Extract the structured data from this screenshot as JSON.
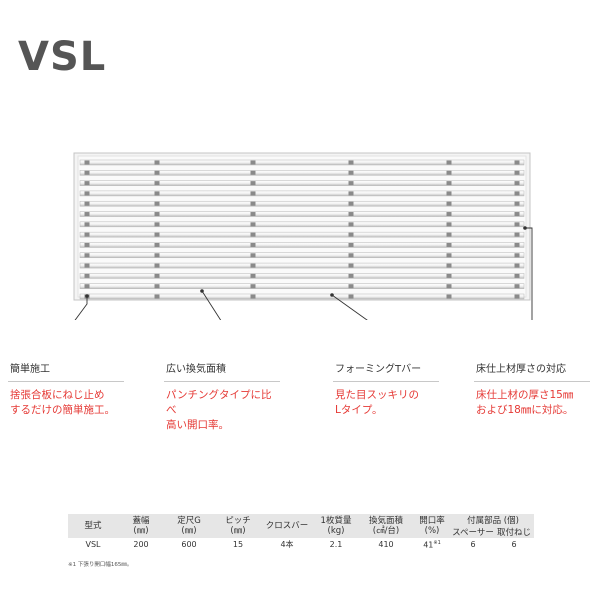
{
  "title": "VSL",
  "callouts": [
    {
      "title": "簡単施工",
      "desc1": "捨張合板にねじ止め",
      "desc2": "するだけの簡単施工。"
    },
    {
      "title": "広い換気面積",
      "desc1": "パンチングタイプに比べ",
      "desc2": "高い開口率。"
    },
    {
      "title": "フォーミングTバー",
      "desc1": "見た目スッキリの",
      "desc2": "Lタイプ。"
    },
    {
      "title": "床仕上材厚さの対応",
      "desc1": "床仕上材の厚さ15㎜",
      "desc2": "および18㎜に対応。"
    }
  ],
  "table": {
    "headers": [
      "型式",
      "蓋幅\n(㎜)",
      "定尺G\n(㎜)",
      "ピッチ\n(㎜)",
      "クロスバー",
      "1枚質量\n(kg)",
      "換気面積\n(㎠/台)",
      "開口率\n(%)",
      "付属部品 (個)"
    ],
    "sub_headers": [
      "スペーサー",
      "取付ねじ"
    ],
    "row": [
      "VSL",
      "200",
      "600",
      "15",
      "4本",
      "2.1",
      "410",
      "41",
      "6",
      "6"
    ],
    "footnote_mark": "※1",
    "note": "※1 下張り開口幅165㎜。"
  }
}
